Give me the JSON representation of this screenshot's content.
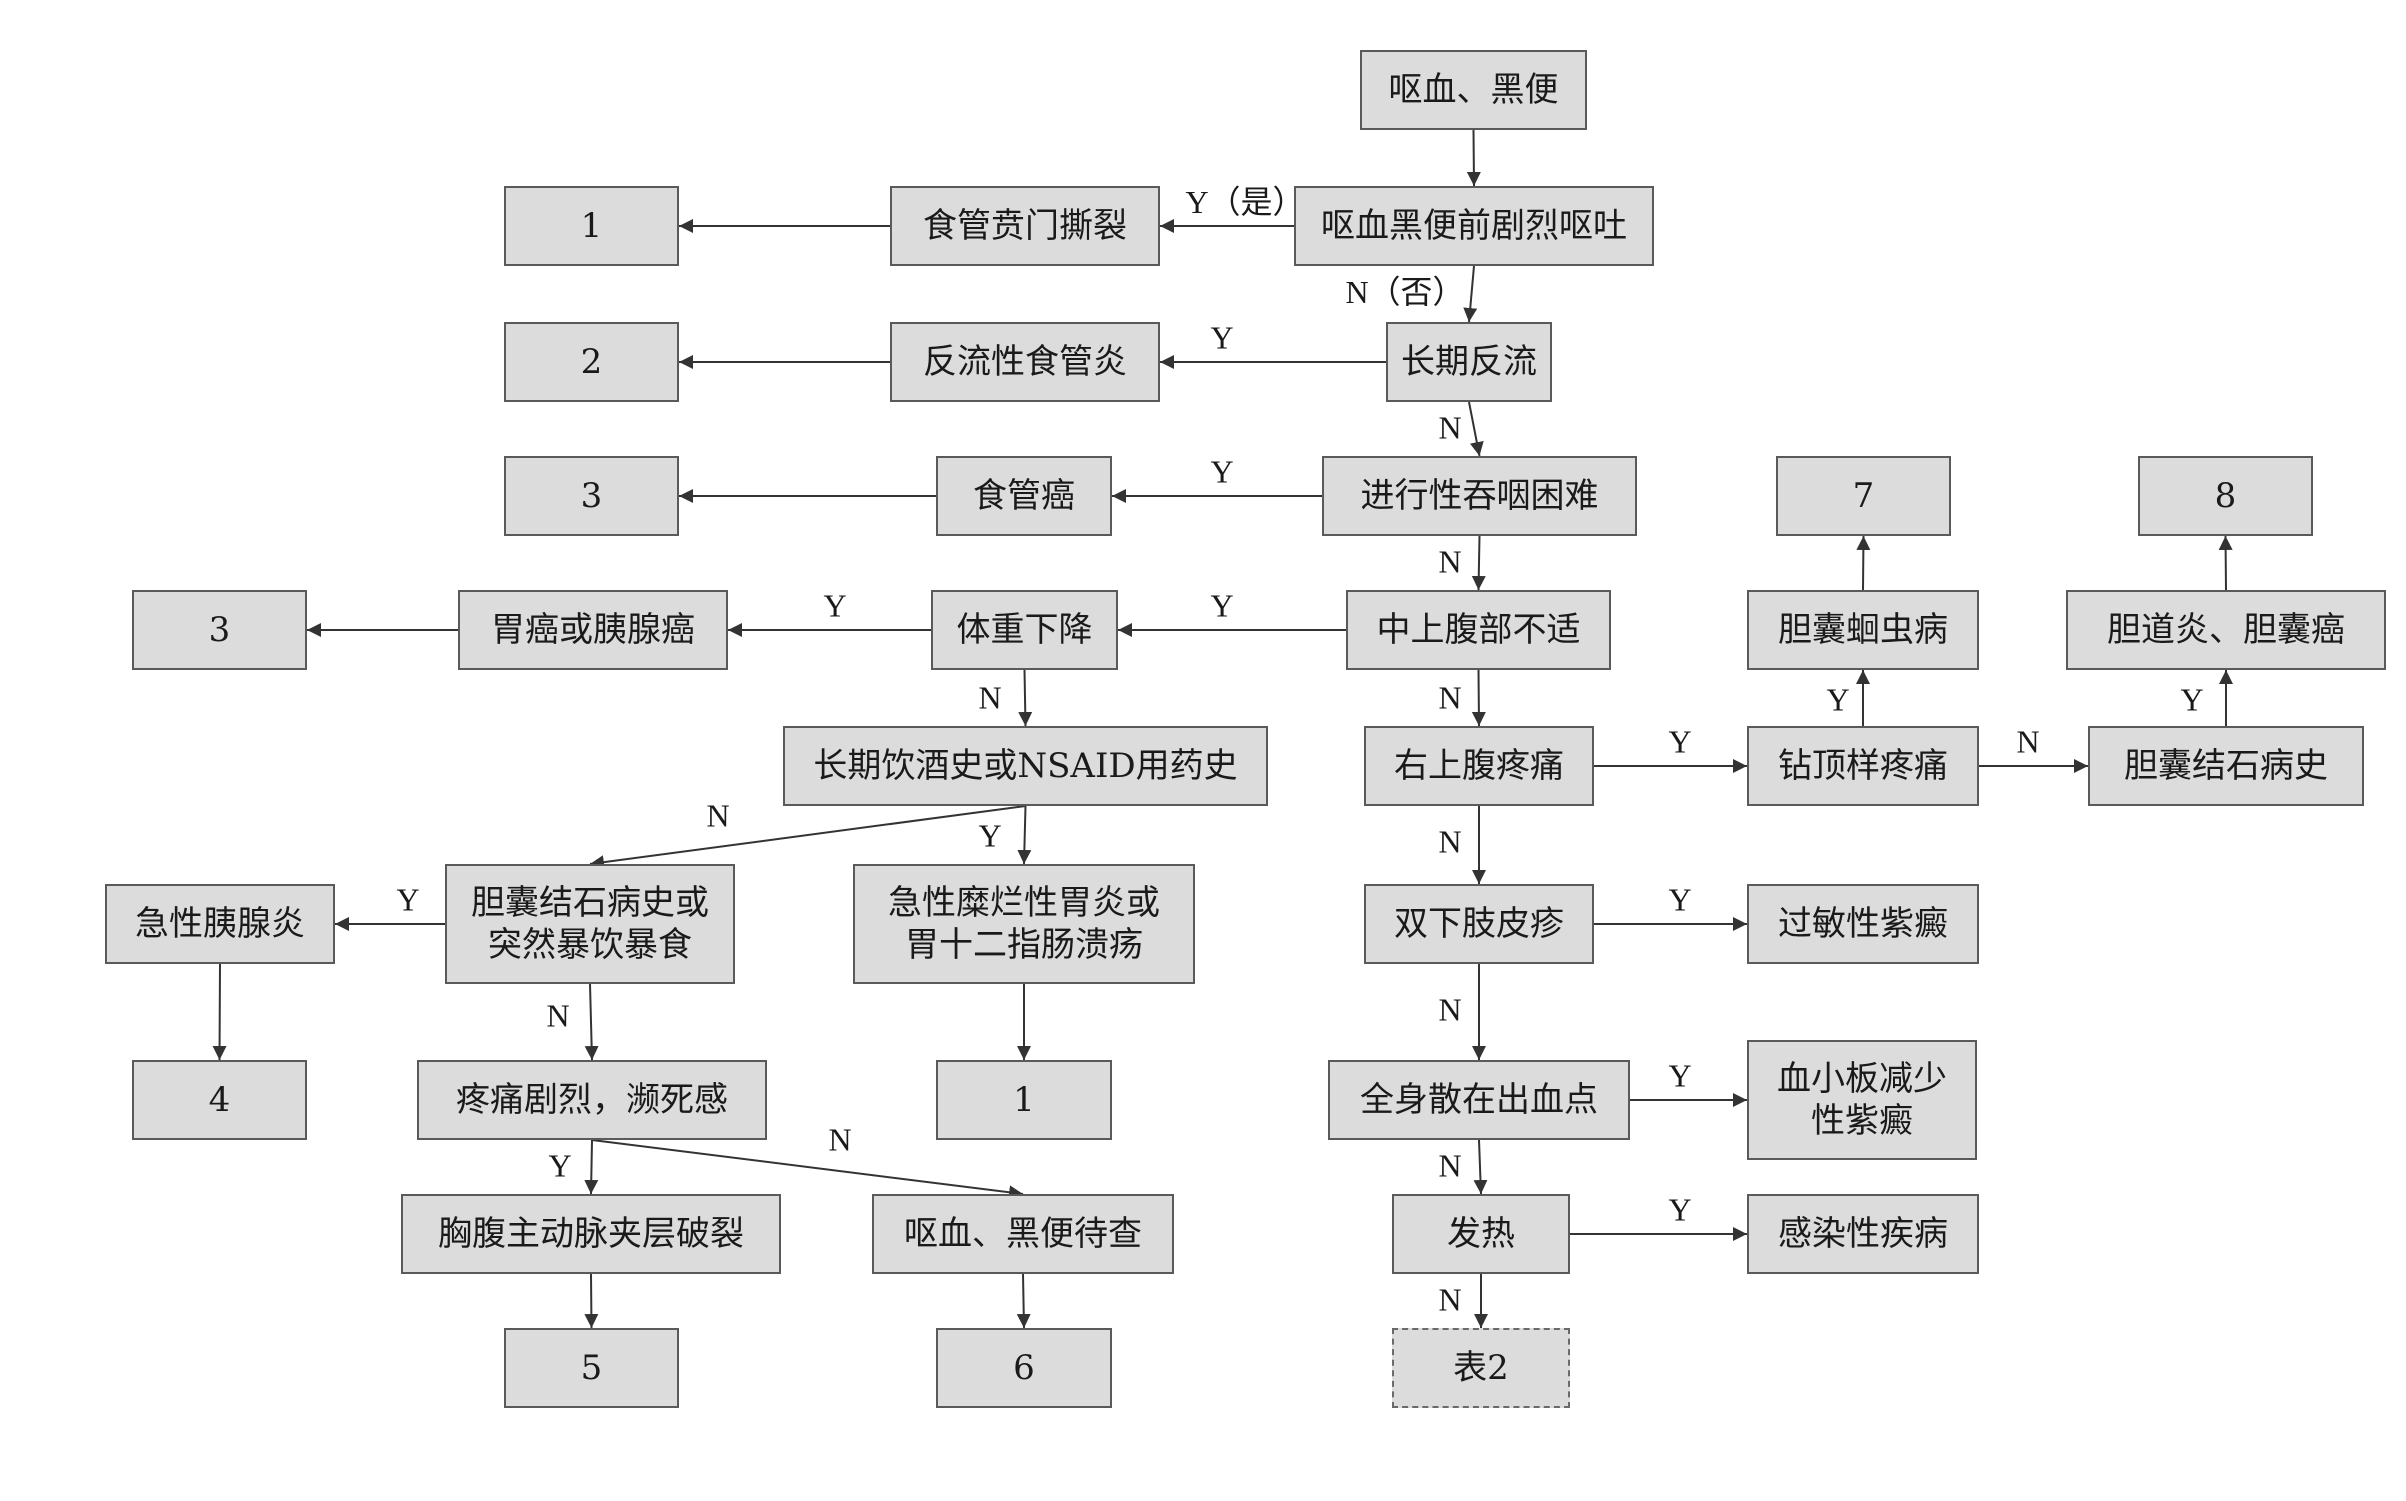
{
  "nodes": {
    "hematemesis": {
      "text": "呕血、黑便"
    },
    "vomit_before": {
      "text": "呕血黑便前剧烈呕吐"
    },
    "mallory_weiss": {
      "text": "食管贲门撕裂"
    },
    "out_1a": {
      "text": "1"
    },
    "long_reflux": {
      "text": "长期反流"
    },
    "reflux_esophagitis": {
      "text": "反流性食管炎"
    },
    "out_2": {
      "text": "2"
    },
    "dysphagia": {
      "text": "进行性吞咽困难"
    },
    "esophageal_cancer": {
      "text": "食管癌"
    },
    "out_3a": {
      "text": "3"
    },
    "epigastric": {
      "text": "中上腹部不适"
    },
    "weight_loss": {
      "text": "体重下降"
    },
    "gastric_pancreatic": {
      "text": "胃癌或胰腺癌"
    },
    "out_3b": {
      "text": "3"
    },
    "alcohol_nsaid": {
      "text": "长期饮酒史或NSAID用药史"
    },
    "gallstone_binge": {
      "text": "胆囊结石病史或\n突然暴饮暴食"
    },
    "acute_pancreatitis": {
      "text": "急性胰腺炎"
    },
    "out_4": {
      "text": "4"
    },
    "erosive_gastritis": {
      "text": "急性糜烂性胃炎或\n胃十二指肠溃疡"
    },
    "out_1b": {
      "text": "1"
    },
    "severe_pain": {
      "text": "疼痛剧烈，濒死感"
    },
    "aortic_dissection": {
      "text": "胸腹主动脉夹层破裂"
    },
    "out_5": {
      "text": "5"
    },
    "pending": {
      "text": "呕血、黑便待查"
    },
    "out_6": {
      "text": "6"
    },
    "ruq_pain": {
      "text": "右上腹疼痛"
    },
    "drilling_pain": {
      "text": "钻顶样疼痛"
    },
    "biliary_ascariasis": {
      "text": "胆囊蛔虫病"
    },
    "out_7": {
      "text": "7"
    },
    "gallstone_history": {
      "text": "胆囊结石病史"
    },
    "cholangitis": {
      "text": "胆道炎、胆囊癌"
    },
    "out_8": {
      "text": "8"
    },
    "leg_rash": {
      "text": "双下肢皮疹"
    },
    "allergic_purpura": {
      "text": "过敏性紫癜"
    },
    "petechiae": {
      "text": "全身散在出血点"
    },
    "thrombocytopenic": {
      "text": "血小板减少\n性紫癜"
    },
    "fever": {
      "text": "发热"
    },
    "infectious": {
      "text": "感染性疾病"
    },
    "table2": {
      "text": "表2"
    }
  },
  "edges": [
    {
      "from": "hematemesis",
      "to": "vomit_before",
      "label": ""
    },
    {
      "from": "vomit_before",
      "to": "mallory_weiss",
      "label": "Y（是）"
    },
    {
      "from": "mallory_weiss",
      "to": "out_1a",
      "label": ""
    },
    {
      "from": "vomit_before",
      "to": "long_reflux",
      "label": "N（否）"
    },
    {
      "from": "long_reflux",
      "to": "reflux_esophagitis",
      "label": "Y"
    },
    {
      "from": "reflux_esophagitis",
      "to": "out_2",
      "label": ""
    },
    {
      "from": "long_reflux",
      "to": "dysphagia",
      "label": "N"
    },
    {
      "from": "dysphagia",
      "to": "esophageal_cancer",
      "label": "Y"
    },
    {
      "from": "esophageal_cancer",
      "to": "out_3a",
      "label": ""
    },
    {
      "from": "dysphagia",
      "to": "epigastric",
      "label": "N"
    },
    {
      "from": "epigastric",
      "to": "weight_loss",
      "label": "Y"
    },
    {
      "from": "weight_loss",
      "to": "gastric_pancreatic",
      "label": "Y"
    },
    {
      "from": "gastric_pancreatic",
      "to": "out_3b",
      "label": ""
    },
    {
      "from": "weight_loss",
      "to": "alcohol_nsaid",
      "label": "N"
    },
    {
      "from": "alcohol_nsaid",
      "to": "gallstone_binge",
      "label": "N"
    },
    {
      "from": "alcohol_nsaid",
      "to": "erosive_gastritis",
      "label": "Y"
    },
    {
      "from": "gallstone_binge",
      "to": "acute_pancreatitis",
      "label": "Y"
    },
    {
      "from": "acute_pancreatitis",
      "to": "out_4",
      "label": ""
    },
    {
      "from": "gallstone_binge",
      "to": "severe_pain",
      "label": "N"
    },
    {
      "from": "erosive_gastritis",
      "to": "out_1b",
      "label": ""
    },
    {
      "from": "severe_pain",
      "to": "aortic_dissection",
      "label": "Y"
    },
    {
      "from": "severe_pain",
      "to": "pending",
      "label": "N"
    },
    {
      "from": "aortic_dissection",
      "to": "out_5",
      "label": ""
    },
    {
      "from": "pending",
      "to": "out_6",
      "label": ""
    },
    {
      "from": "epigastric",
      "to": "ruq_pain",
      "label": "N"
    },
    {
      "from": "ruq_pain",
      "to": "drilling_pain",
      "label": "Y"
    },
    {
      "from": "drilling_pain",
      "to": "biliary_ascariasis",
      "label": "Y"
    },
    {
      "from": "biliary_ascariasis",
      "to": "out_7",
      "label": ""
    },
    {
      "from": "drilling_pain",
      "to": "gallstone_history",
      "label": "N"
    },
    {
      "from": "gallstone_history",
      "to": "cholangitis",
      "label": "Y"
    },
    {
      "from": "cholangitis",
      "to": "out_8",
      "label": ""
    },
    {
      "from": "ruq_pain",
      "to": "leg_rash",
      "label": "N"
    },
    {
      "from": "leg_rash",
      "to": "allergic_purpura",
      "label": "Y"
    },
    {
      "from": "leg_rash",
      "to": "petechiae",
      "label": "N"
    },
    {
      "from": "petechiae",
      "to": "thrombocytopenic",
      "label": "Y"
    },
    {
      "from": "petechiae",
      "to": "fever",
      "label": "N"
    },
    {
      "from": "fever",
      "to": "infectious",
      "label": "Y"
    },
    {
      "from": "fever",
      "to": "table2",
      "label": "N"
    }
  ],
  "colors": {
    "box_fill": "#dcdcdc",
    "box_border": "#5a5a5a",
    "line": "#333333",
    "text": "#1a1a1a"
  }
}
